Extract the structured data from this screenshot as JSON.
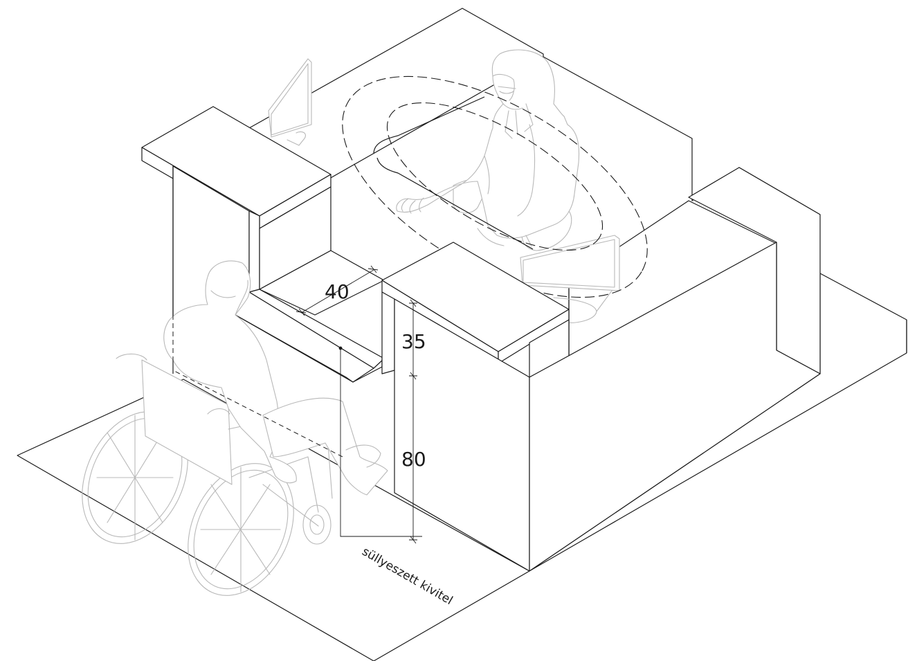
{
  "dimensions": {
    "counter_depth": "40",
    "counter_rise": "35",
    "counter_height": "80"
  },
  "annotation": {
    "lowered_section": "süllyeszett kivitel"
  },
  "figures": {
    "clerk": "seated-receptionist",
    "visitor": "wheelchair-user"
  },
  "colors": {
    "linework": "#1a1a1a",
    "ghost_figures": "#b8b8b8"
  }
}
